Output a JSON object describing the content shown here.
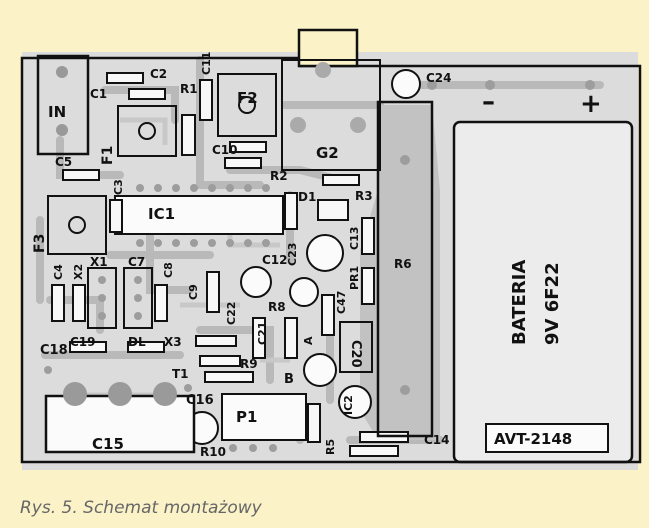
{
  "board_code": "AVT-2148",
  "caption": "Rys. 5. Schemat montażowy",
  "battery": {
    "line1": "BATERIA",
    "line2": "9V 6F22",
    "minus": "–",
    "plus": "+"
  },
  "colors": {
    "background": "#fbf2c8",
    "board": "#dcdcdc",
    "copper": "#b9b9b9",
    "outline": "#111111",
    "battery_fill": "#ececec"
  },
  "labels": [
    "IN",
    "C1",
    "C2",
    "R1",
    "C11",
    "F2",
    "C24",
    "F1",
    "C10",
    "G2",
    "C5",
    "R2",
    "D1",
    "R3",
    "C3",
    "IC1",
    "F3",
    "C13",
    "C4",
    "X1",
    "X2",
    "C7",
    "C8",
    "C12",
    "C23",
    "PR1",
    "R6",
    "C9",
    "R8",
    "C47",
    "C22",
    "C21",
    "A",
    "C18",
    "C19",
    "DL",
    "X3",
    "C20",
    "R9",
    "T1",
    "B",
    "C16",
    "IC2",
    "P1",
    "C15",
    "R5",
    "C14",
    "R10"
  ]
}
